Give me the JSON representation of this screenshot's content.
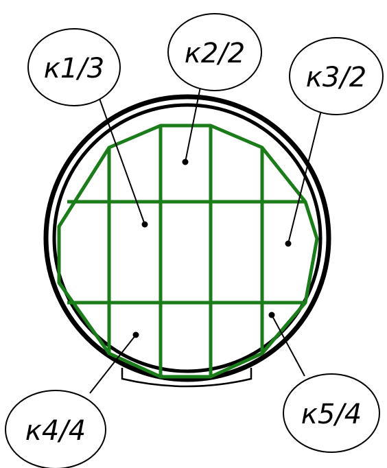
{
  "colors": {
    "outline": "#000000",
    "grid": "#1a7d1a",
    "background": "#ffffff"
  },
  "callouts": [
    {
      "id": "k1",
      "label": "к1/3"
    },
    {
      "id": "k2",
      "label": "к2/2"
    },
    {
      "id": "k3",
      "label": "к3/2"
    },
    {
      "id": "k4",
      "label": "к4/4"
    },
    {
      "id": "k5",
      "label": "к5/4"
    }
  ]
}
